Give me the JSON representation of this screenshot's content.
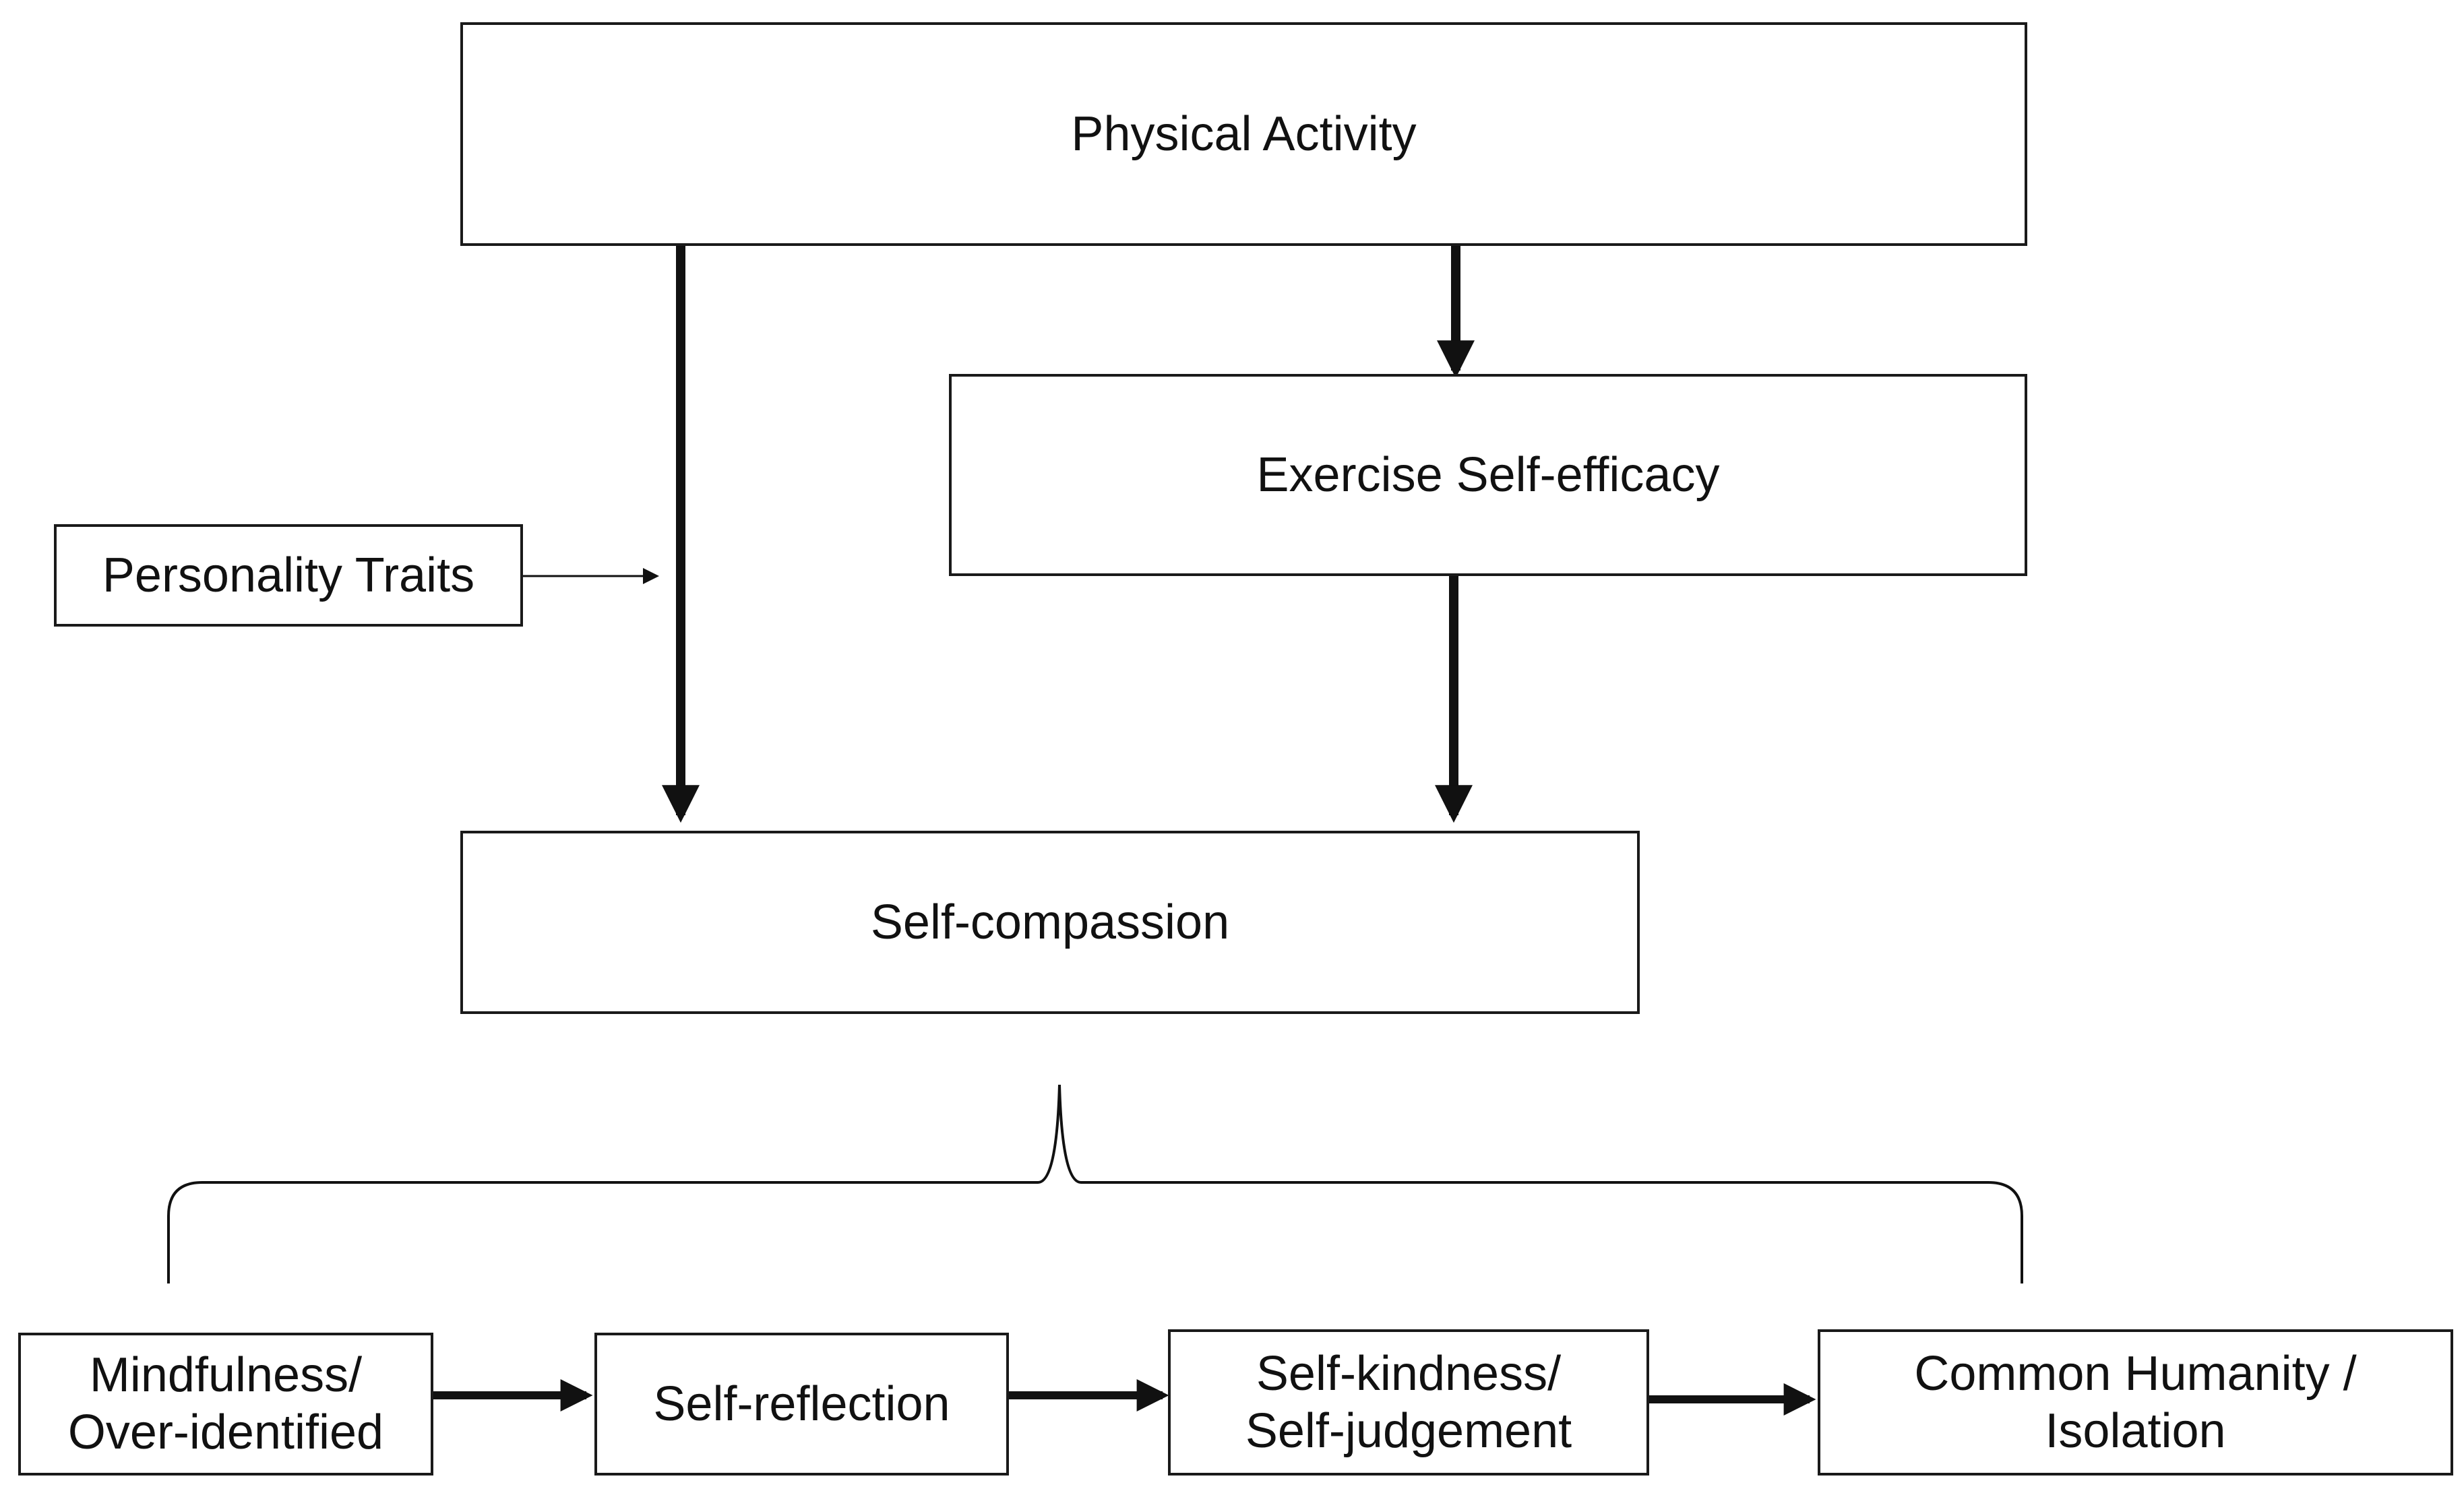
{
  "nodes": {
    "physical_activity": "Physical Activity",
    "exercise_self_efficacy": "Exercise Self-efficacy",
    "personality_traits": "Personality Traits",
    "self_compassion": "Self-compassion",
    "components": [
      {
        "line1": "Mindfulness/",
        "line2": "Over-identified"
      },
      {
        "line1": "Self-reflection",
        "line2": ""
      },
      {
        "line1": "Self-kindness/",
        "line2": "Self-judgement"
      },
      {
        "line1": "Common Humanity /",
        "line2": "Isolation"
      }
    ]
  },
  "colors": {
    "line": "#111111",
    "box_border": "#1a1a1a",
    "background": "#ffffff"
  }
}
